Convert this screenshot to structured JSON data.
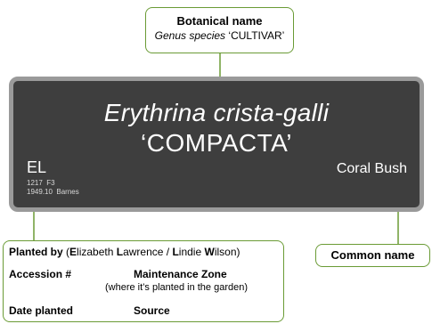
{
  "top_callout": {
    "title": "Botanical name",
    "genus_species": "Genus species",
    "cultivar": "‘CULTIVAR’"
  },
  "sign": {
    "botanical_name": "Erythrina crista-galli",
    "cultivar": "‘COMPACTA’",
    "initials": "EL",
    "line1": "1217  F3",
    "line2": "1949.10  Barnes",
    "common_name": "Coral Bush"
  },
  "planted_callout": {
    "planted_by_label": "Planted by",
    "person1_initial": "E",
    "person1_rest": "lizabeth ",
    "person2_initial": "L",
    "person2_rest": "awrence / ",
    "person3_initial": "L",
    "person3_rest": "indie ",
    "person4_initial": "W",
    "person4_rest": "ilson)",
    "accession": "Accession #",
    "maintenance_zone": "Maintenance Zone",
    "maintenance_note": "(where it’s planted in the garden)",
    "date_planted": "Date planted",
    "source": "Source"
  },
  "common_callout": {
    "title": "Common name"
  },
  "colors": {
    "callout_border": "#6a9b35",
    "sign_bg": "#3e3e3e",
    "sign_border": "#9a9a9a"
  }
}
